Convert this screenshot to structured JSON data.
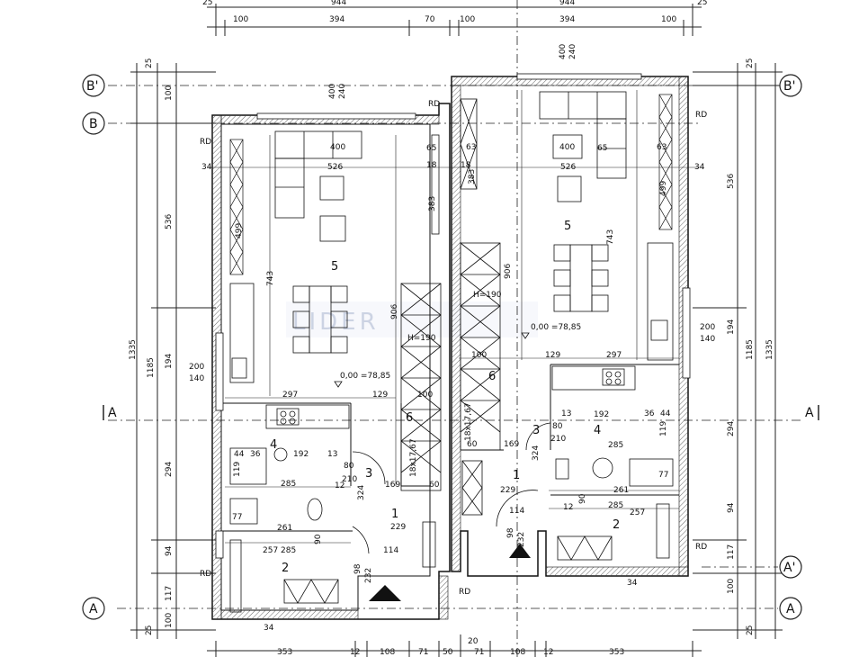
{
  "watermark": "LIDER",
  "grid_axes": {
    "B_prime": "B'",
    "B": "B",
    "A_section": "A",
    "A": "A",
    "A_prime": "A'"
  },
  "room_numbers": {
    "living": "5",
    "stair": "6",
    "kitchen": "4",
    "hall": "1",
    "wc": "3",
    "entry": "2"
  },
  "levels": {
    "left": "0,00 =78,85",
    "right": "0,00 =78,85"
  },
  "stair_heights": {
    "left": "H=190",
    "right": "H=190",
    "left_run": "18x17,67",
    "right_run": "18x17,67"
  },
  "markers": {
    "rd": "RD"
  },
  "top_dims": {
    "a1": "100",
    "a2": "394",
    "a3": "70",
    "a4": "100",
    "a5": "394",
    "a6": "100",
    "t1": "25",
    "t2": "944",
    "t3": "944",
    "t4": "25"
  },
  "bottom_dims": {
    "b1": "353",
    "b2": "12",
    "b3": "108",
    "b4": "71",
    "b5": "50",
    "b6": "71",
    "b7": "108",
    "b8": "12",
    "b9": "353",
    "b10": "20"
  },
  "left_dims": {
    "l1": "25",
    "l2": "100",
    "l3": "536",
    "l4": "1335",
    "l5": "1185",
    "l6": "194",
    "l7": "294",
    "l8": "94",
    "l9": "117",
    "l10": "25",
    "l11": "100"
  },
  "right_dims": {
    "r1": "25",
    "r2": "536",
    "r3": "1185",
    "r4": "1335",
    "r5": "194",
    "r6": "294",
    "r7": "94",
    "r8": "117",
    "r9": "100",
    "r10": "25"
  },
  "interior_dims": {
    "w526a": "526",
    "w526b": "526",
    "w400a": "400",
    "w400b": "400",
    "w400c": "400",
    "w400d": "400",
    "w240a": "240",
    "w240b": "240",
    "h34a": "34",
    "h34b": "34",
    "h34c": "34",
    "h34d": "34",
    "h743a": "743",
    "h743b": "743",
    "h906a": "906",
    "h906b": "906",
    "h499a": "499",
    "h499b": "499",
    "h383a": "383",
    "h383b": "383",
    "d65a": "65",
    "d65b": "65",
    "d63a": "63",
    "d63b": "63",
    "d18a": "18",
    "d18b": "18",
    "d297a": "297",
    "d297b": "297",
    "d129a": "129",
    "d129b": "129",
    "d100a": "100",
    "d100b": "100",
    "d200a": "200",
    "d140a": "140",
    "d200b": "200",
    "d140b": "140",
    "d285a": "285",
    "d285b": "285",
    "d285c": "285",
    "d285d": "285",
    "d261a": "261",
    "d261b": "261",
    "d257a": "257",
    "d257b": "257",
    "d229a": "229",
    "d229b": "229",
    "d169a": "169",
    "d169b": "169",
    "d192a": "192",
    "d192b": "192",
    "d119a": "119",
    "d119b": "119",
    "d77a": "77",
    "d77b": "77",
    "d80a": "80",
    "d80b": "80",
    "d210a": "210",
    "d210b": "210",
    "d90a": "90",
    "d90b": "90",
    "d98a": "98",
    "d98b": "98",
    "d232a": "232",
    "d232b": "232",
    "d114a": "114",
    "d114b": "114",
    "d60a": "60",
    "d60b": "60",
    "d324a": "324",
    "d324b": "324",
    "d12a": "12",
    "d12b": "12",
    "d36a": "36",
    "d36b": "36",
    "d44a": "44",
    "d44b": "44",
    "d13a": "13",
    "d13b": "13"
  }
}
